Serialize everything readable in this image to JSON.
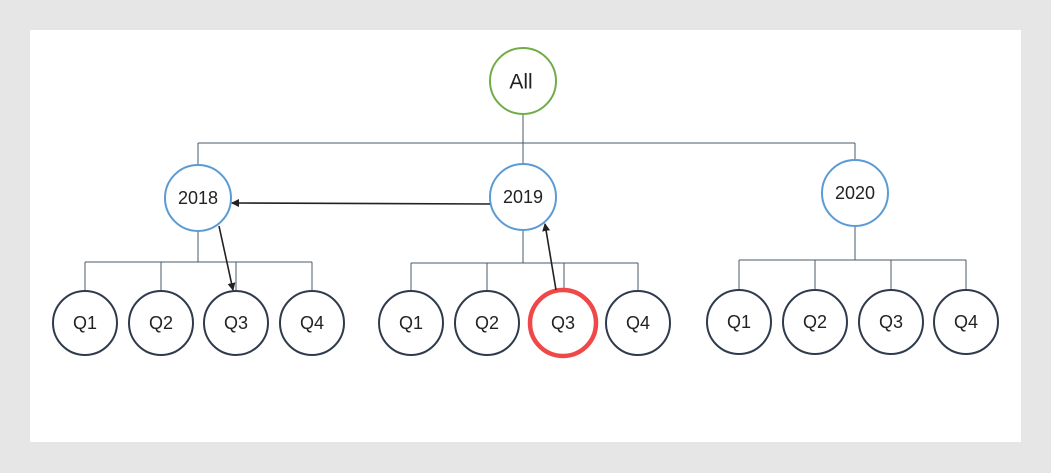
{
  "colors": {
    "root_stroke": "#70ad47",
    "year_stroke": "#5b9bd5",
    "quarter_stroke": "#2f3b4c",
    "highlight_stroke": "#f04848",
    "connector": "#4a5a6a",
    "arrow": "#222222"
  },
  "diagram": {
    "root": {
      "label": "All"
    },
    "years": [
      {
        "label": "2018",
        "quarters": [
          "Q1",
          "Q2",
          "Q3",
          "Q4"
        ]
      },
      {
        "label": "2019",
        "quarters": [
          "Q1",
          "Q2",
          "Q3",
          "Q4"
        ]
      },
      {
        "label": "2020",
        "quarters": [
          "Q1",
          "Q2",
          "Q3",
          "Q4"
        ]
      }
    ],
    "highlighted": {
      "year": "2019",
      "quarter": "Q3"
    },
    "navigation": [
      {
        "from": "2019-Q3",
        "to": "2019"
      },
      {
        "from": "2019",
        "to": "2018"
      },
      {
        "from": "2018",
        "to": "2018-Q3"
      }
    ]
  }
}
